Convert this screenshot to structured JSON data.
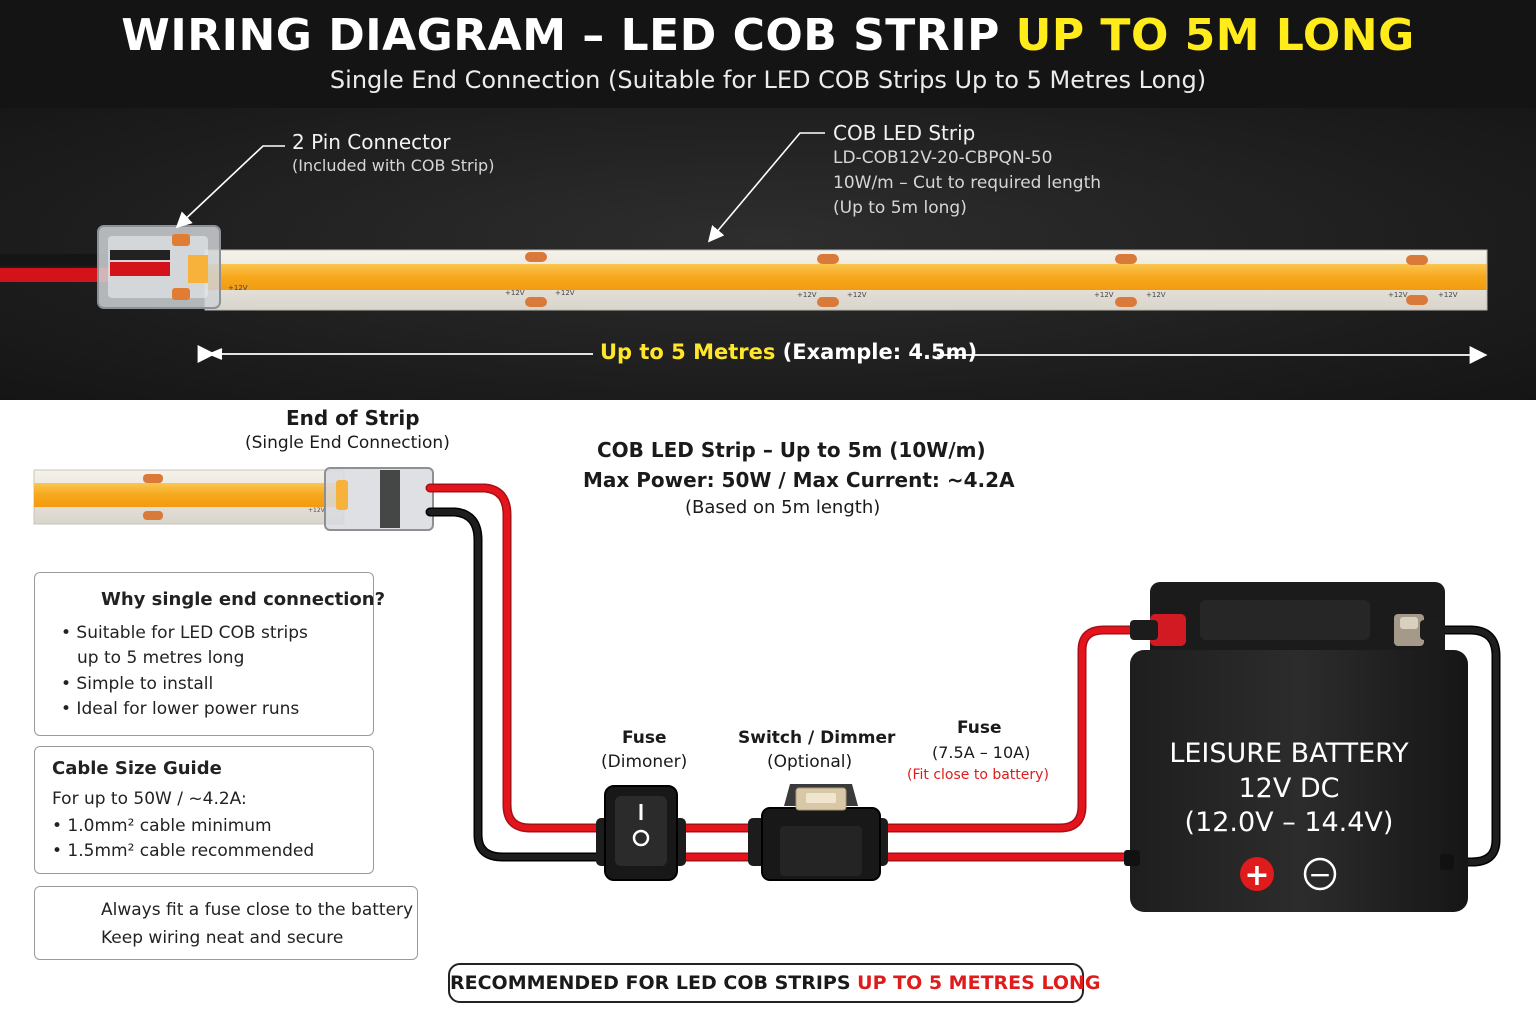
{
  "header": {
    "title_main": "WIRING DIAGRAM – LED COB STRIP ",
    "title_highlight": "UP TO 5M LONG",
    "subtitle": "Single End Connection (Suitable for LED COB Strips Up to 5 Metres Long)"
  },
  "top_section": {
    "connector_label": "2 Pin Connector",
    "connector_sub": "(Included with COB Strip)",
    "strip_label": "COB LED Strip",
    "strip_model": "LD-COB12V-20-CBPQN-50",
    "strip_power": "10W/m – Cut to required length",
    "strip_length_note": "(Up to 5m long)",
    "strip_marking": "+12V",
    "dimension_highlight": "Up to 5 Metres",
    "dimension_example": " (Example: 4.5m)"
  },
  "bottom_section": {
    "end_label": "End of Strip",
    "end_sub": "(Single End Connection)",
    "spec_line1": "COB LED Strip – Up to 5m (10W/m)",
    "spec_line2": "Max Power: 50W / Max Current: ~4.2A",
    "spec_line3": "(Based on 5m length)",
    "switch_label": "Fuse",
    "switch_sub": "(Dimoner)",
    "switch_on_mark": "I",
    "switch_off_mark": "O",
    "holder_label": "Switch / Dimmer",
    "holder_sub": "(Optional)",
    "fuse_label": "Fuse",
    "fuse_rating": "(7.5A – 10A)",
    "fuse_note": "(Fit close to battery)"
  },
  "why_panel": {
    "title": "Why single end connection?",
    "items": [
      "• Suitable for LED COB strips",
      "up to 5 metres long",
      "• Simple to install",
      "• Ideal for lower power runs"
    ]
  },
  "cable_panel": {
    "title": "Cable Size Guide",
    "intro": "For up to 50W / ~4.2A:",
    "items": [
      "• 1.0mm² cable minimum",
      "• 1.5mm² cable recommended"
    ]
  },
  "tip_panel": {
    "line1": "Always fit a fuse close to the battery",
    "line2": "Keep wiring neat and secure"
  },
  "battery": {
    "line1": "LEISURE BATTERY",
    "line2": "12V DC",
    "line3": "(12.0V – 14.4V)",
    "plus_symbol": "+",
    "minus_symbol": "−"
  },
  "footer": {
    "prefix": "RECOMMENDED FOR LED COB STRIPS ",
    "highlight": "UP TO 5 METRES LONG"
  },
  "colors": {
    "header_bg": "#141414",
    "highlight_yellow": "#ffec1a",
    "wire_red": "#e3141c",
    "wire_black": "#1a1a1a",
    "cob_orange": "#f6a81c",
    "warning_red": "#e01b1b",
    "check_green": "#2e9e3a"
  }
}
